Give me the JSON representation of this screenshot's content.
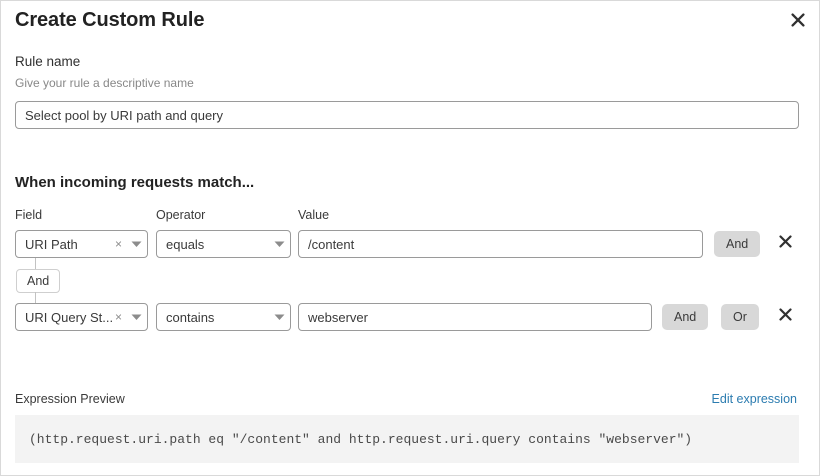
{
  "dialog": {
    "title": "Create Custom Rule",
    "close_icon": "close-icon"
  },
  "rule_name": {
    "label": "Rule name",
    "help": "Give your rule a descriptive name",
    "value": "Select pool by URI path and query",
    "placeholder": "Rule name"
  },
  "conditions": {
    "heading": "When incoming requests match...",
    "columns": {
      "field": "Field",
      "operator": "Operator",
      "value": "Value"
    },
    "connector": "And",
    "rows": [
      {
        "field": "URI Path",
        "operator": "equals",
        "value": "/content",
        "value_placeholder": "Value",
        "and_label": "And",
        "or_label": "Or",
        "show_or": false,
        "clear_icon": "clear-icon",
        "caret_icon": "chevron-down-icon",
        "remove_icon": "close-icon"
      },
      {
        "field": "URI Query St...",
        "operator": "contains",
        "value": "webserver",
        "value_placeholder": "Value",
        "and_label": "And",
        "or_label": "Or",
        "show_or": true,
        "clear_icon": "clear-icon",
        "caret_icon": "chevron-down-icon",
        "remove_icon": "close-icon"
      }
    ]
  },
  "expression": {
    "label": "Expression Preview",
    "edit_link": "Edit expression",
    "code": "(http.request.uri.path eq \"/content\" and http.request.uri.query contains \"webserver\")"
  },
  "colors": {
    "accent_link": "#2c7cb0",
    "logic_button_bg": "#d8d8d8",
    "code_bg": "#f3f3f3",
    "border": "#9a9a9a"
  }
}
